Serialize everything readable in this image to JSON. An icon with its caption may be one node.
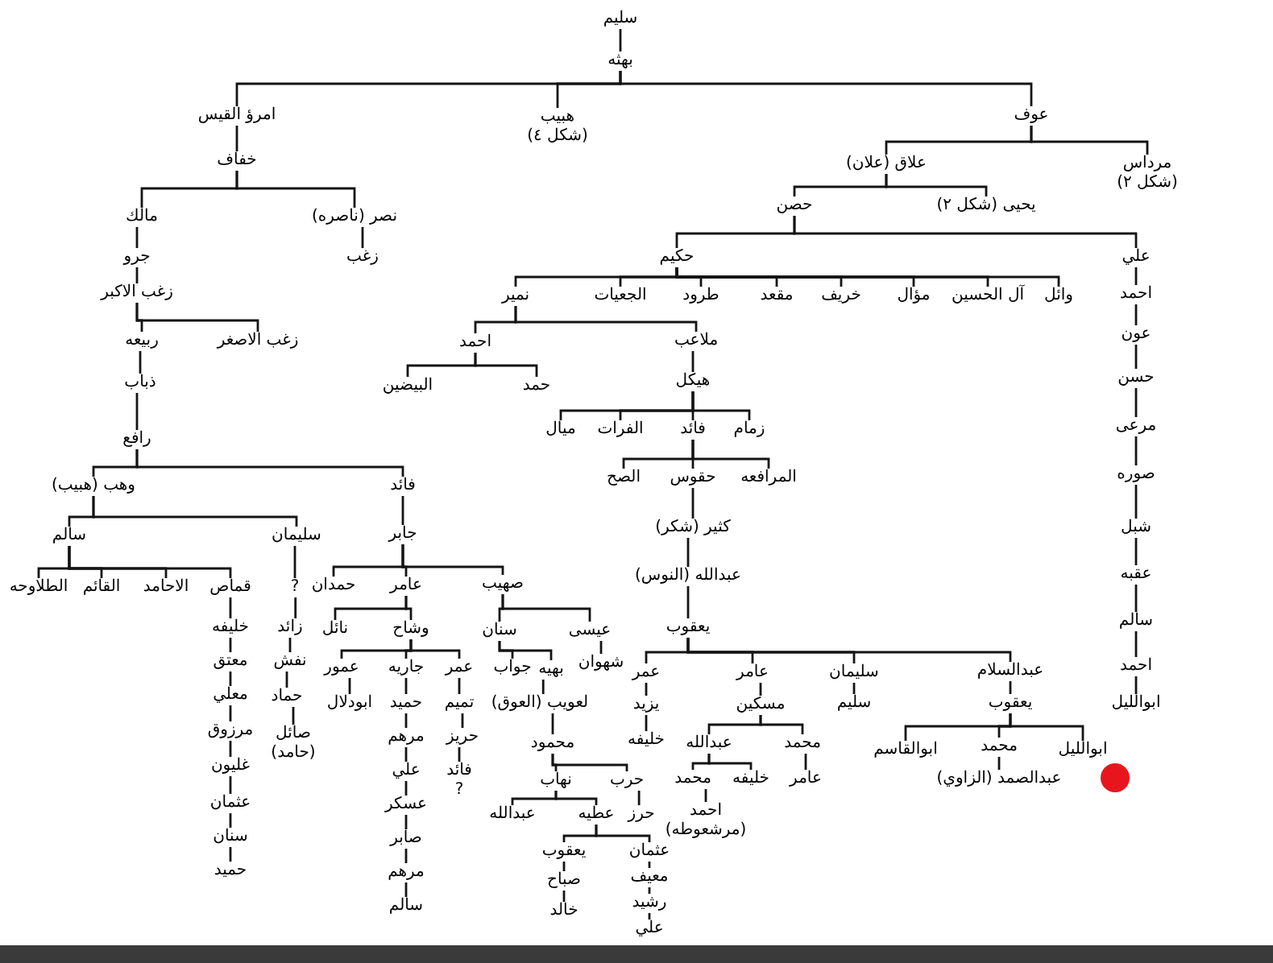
{
  "diagram": {
    "nodes": [
      {
        "text": [
          "سليم"
        ]
      },
      {
        "text": [
          "بهثه"
        ]
      },
      {
        "text": [
          "امرؤ القيس"
        ]
      },
      {
        "text": [
          "هبيب (شكل ٤)"
        ]
      },
      {
        "text": [
          "عوف"
        ]
      },
      {
        "text": [
          "خفاف"
        ]
      },
      {
        "text": [
          "علاق (علان)"
        ]
      },
      {
        "text": [
          "مرداس (شكل ٢)"
        ]
      },
      {
        "text": [
          "مالك"
        ]
      },
      {
        "text": [
          "نصر (ناصره)"
        ]
      },
      {
        "text": [
          "حصن"
        ]
      },
      {
        "text": [
          "يحيى (شكل ٢)"
        ]
      },
      {
        "text": [
          "جرو"
        ]
      },
      {
        "text": [
          "زغب"
        ]
      },
      {
        "text": [
          "حكيم"
        ]
      },
      {
        "text": [
          "علي"
        ]
      },
      {
        "text": [
          "زغب الاكبر"
        ]
      },
      {
        "text": [
          "نمير"
        ]
      },
      {
        "text": [
          "الجعيات"
        ]
      },
      {
        "text": [
          "طرود"
        ]
      },
      {
        "text": [
          "مقعد"
        ]
      },
      {
        "text": [
          "خريف"
        ]
      },
      {
        "text": [
          "مؤال"
        ]
      },
      {
        "text": [
          "آل الحسين"
        ]
      },
      {
        "text": [
          "وائل"
        ]
      },
      {
        "text": [
          "احمد"
        ]
      },
      {
        "text": [
          "ربيعه"
        ]
      },
      {
        "text": [
          "زغب الاصغر"
        ]
      },
      {
        "text": [
          "احمد"
        ]
      },
      {
        "text": [
          "ملاعب"
        ]
      },
      {
        "text": [
          "عون"
        ]
      },
      {
        "text": [
          "ذباب"
        ]
      },
      {
        "text": [
          "البيضين"
        ]
      },
      {
        "text": [
          "حمد"
        ]
      },
      {
        "text": [
          "هيكل"
        ]
      },
      {
        "text": [
          "حسن"
        ]
      },
      {
        "text": [
          "ميال"
        ]
      },
      {
        "text": [
          "الفرات"
        ]
      },
      {
        "text": [
          "فائد"
        ]
      },
      {
        "text": [
          "زمام"
        ]
      },
      {
        "text": [
          "مرعى"
        ]
      },
      {
        "text": [
          "رافع"
        ]
      },
      {
        "text": [
          "الصح"
        ]
      },
      {
        "text": [
          "حقوس"
        ]
      },
      {
        "text": [
          "المرافعه"
        ]
      },
      {
        "text": [
          "صوره"
        ]
      },
      {
        "text": [
          "وهب (هبيب)"
        ]
      },
      {
        "text": [
          "فائد"
        ]
      },
      {
        "text": [
          "كثير (شكر)"
        ]
      },
      {
        "text": [
          "شبل"
        ]
      },
      {
        "text": [
          "سالم"
        ]
      },
      {
        "text": [
          "سليمان"
        ]
      },
      {
        "text": [
          "جابر"
        ]
      },
      {
        "text": [
          "عبدالله (النوس)"
        ]
      },
      {
        "text": [
          "عقبه"
        ]
      },
      {
        "text": [
          "الطلاوحه"
        ]
      },
      {
        "text": [
          "القائم"
        ]
      },
      {
        "text": [
          "الاحامد"
        ]
      },
      {
        "text": [
          "قماص"
        ]
      },
      {
        "text": [
          "?"
        ]
      },
      {
        "text": [
          "حمدان"
        ]
      },
      {
        "text": [
          "عامر"
        ]
      },
      {
        "text": [
          "صهيب"
        ]
      },
      {
        "text": [
          "سالم"
        ]
      },
      {
        "text": [
          "يعقوب"
        ]
      },
      {
        "text": [
          "خليفه"
        ]
      },
      {
        "text": [
          "زائد"
        ]
      },
      {
        "text": [
          "نائل"
        ]
      },
      {
        "text": [
          "وشاح"
        ]
      },
      {
        "text": [
          "سنان"
        ]
      },
      {
        "text": [
          "عيسى"
        ]
      },
      {
        "text": [
          "معتق"
        ]
      },
      {
        "text": [
          "نفش"
        ]
      },
      {
        "text": [
          "عمور"
        ]
      },
      {
        "text": [
          "جاريه"
        ]
      },
      {
        "text": [
          "عمر"
        ]
      },
      {
        "text": [
          "جواب"
        ]
      },
      {
        "text": [
          "بهيه"
        ]
      },
      {
        "text": [
          "شهوان"
        ]
      },
      {
        "text": [
          "احمد"
        ]
      },
      {
        "text": [
          "عمر"
        ]
      },
      {
        "text": [
          "عامر"
        ]
      },
      {
        "text": [
          "سليمان"
        ]
      },
      {
        "text": [
          "عبدالسلام"
        ]
      },
      {
        "text": [
          "معلي"
        ]
      },
      {
        "text": [
          "حماد"
        ]
      },
      {
        "text": [
          "ابودلال"
        ]
      },
      {
        "text": [
          "حميد"
        ]
      },
      {
        "text": [
          "تميم"
        ]
      },
      {
        "text": [
          "لعويب (العوق)"
        ]
      },
      {
        "text": [
          "يزيد"
        ]
      },
      {
        "text": [
          "مسكين"
        ]
      },
      {
        "text": [
          "سليم"
        ]
      },
      {
        "text": [
          "يعقوب"
        ]
      },
      {
        "text": [
          "ابوالليل"
        ]
      },
      {
        "text": [
          "مرزوق"
        ]
      },
      {
        "text": [
          "صائل (حامد)"
        ]
      },
      {
        "text": [
          "مرهم"
        ]
      },
      {
        "text": [
          "حريز"
        ]
      },
      {
        "text": [
          "محمود"
        ]
      },
      {
        "text": [
          "خليفه"
        ]
      },
      {
        "text": [
          "عبدالله"
        ]
      },
      {
        "text": [
          "محمد"
        ]
      },
      {
        "text": [
          "ابوالقاسم"
        ]
      },
      {
        "text": [
          "محمد"
        ]
      },
      {
        "text": [
          "ابوالليل"
        ]
      },
      {
        "text": [
          "غليون"
        ]
      },
      {
        "text": [
          "علي"
        ]
      },
      {
        "text": [
          "فائد",
          "?"
        ]
      },
      {
        "text": [
          "نهاب"
        ]
      },
      {
        "text": [
          "حرب"
        ]
      },
      {
        "text": [
          "محمد"
        ]
      },
      {
        "text": [
          "خليفه"
        ]
      },
      {
        "text": [
          "عامر"
        ]
      },
      {
        "text": [
          "عبدالصمد (الزاوي)"
        ]
      },
      {
        "text": [
          "عثمان"
        ]
      },
      {
        "text": [
          "عسكر"
        ]
      },
      {
        "text": [
          "عبدالله"
        ]
      },
      {
        "text": [
          "عطيه"
        ]
      },
      {
        "text": [
          "حرز"
        ]
      },
      {
        "text": [
          "احمد (مرشعوطه)"
        ]
      },
      {
        "text": [
          "سنان"
        ]
      },
      {
        "text": [
          "صابر"
        ]
      },
      {
        "text": [
          "يعقوب"
        ]
      },
      {
        "text": [
          "عثمان"
        ]
      },
      {
        "text": [
          "حميد"
        ]
      },
      {
        "text": [
          "مرهم"
        ]
      },
      {
        "text": [
          "صباح"
        ]
      },
      {
        "text": [
          "معيف"
        ]
      },
      {
        "text": [
          "سالم"
        ]
      },
      {
        "text": [
          "خالد"
        ]
      },
      {
        "text": [
          "رشيد"
        ]
      },
      {
        "text": [
          "علي"
        ]
      }
    ],
    "edges": [
      {
        "from": 0,
        "to": 1,
        "arrow": "none"
      },
      {
        "from": 1,
        "to": 2,
        "arrow": "none"
      },
      {
        "from": 1,
        "to": 3,
        "arrow": "none"
      },
      {
        "from": 1,
        "to": 4,
        "arrow": "none"
      },
      {
        "from": 2,
        "to": 5,
        "arrow": "none"
      },
      {
        "from": 4,
        "to": 6,
        "arrow": "none"
      },
      {
        "from": 4,
        "to": 7,
        "arrow": "none"
      },
      {
        "from": 5,
        "to": 8,
        "arrow": "none"
      },
      {
        "from": 5,
        "to": 9,
        "arrow": "none"
      },
      {
        "from": 6,
        "to": 10,
        "arrow": "none"
      },
      {
        "from": 6,
        "to": 11,
        "arrow": "none"
      },
      {
        "from": 8,
        "to": 12,
        "arrow": "none"
      },
      {
        "from": 9,
        "to": 13,
        "arrow": "none"
      },
      {
        "from": 10,
        "to": 14,
        "arrow": "none"
      },
      {
        "from": 10,
        "to": 15,
        "arrow": "none"
      },
      {
        "from": 12,
        "to": 16,
        "arrow": "none"
      },
      {
        "from": 14,
        "to": 17,
        "arrow": "none"
      },
      {
        "from": 14,
        "to": 18,
        "arrow": "none"
      },
      {
        "from": 14,
        "to": 19,
        "arrow": "none"
      },
      {
        "from": 14,
        "to": 20,
        "arrow": "none"
      },
      {
        "from": 14,
        "to": 21,
        "arrow": "none"
      },
      {
        "from": 14,
        "to": 22,
        "arrow": "none"
      },
      {
        "from": 14,
        "to": 23,
        "arrow": "none"
      },
      {
        "from": 14,
        "to": 24,
        "arrow": "none"
      },
      {
        "from": 15,
        "to": 25,
        "arrow": "none"
      },
      {
        "from": 16,
        "to": 26,
        "arrow": "none"
      },
      {
        "from": 16,
        "to": 27,
        "arrow": "none"
      },
      {
        "from": 17,
        "to": 28,
        "arrow": "none"
      },
      {
        "from": 17,
        "to": 29,
        "arrow": "none"
      },
      {
        "from": 25,
        "to": 30,
        "arrow": "none"
      },
      {
        "from": 26,
        "to": 31,
        "arrow": "none"
      },
      {
        "from": 28,
        "to": 32,
        "arrow": "none"
      },
      {
        "from": 28,
        "to": 33,
        "arrow": "none"
      },
      {
        "from": 29,
        "to": 34,
        "arrow": "none"
      },
      {
        "from": 30,
        "to": 35,
        "arrow": "none"
      },
      {
        "from": 31,
        "to": 41,
        "arrow": "none"
      },
      {
        "from": 34,
        "to": 36,
        "arrow": "none"
      },
      {
        "from": 34,
        "to": 37,
        "arrow": "none"
      },
      {
        "from": 34,
        "to": 38,
        "arrow": "none"
      },
      {
        "from": 34,
        "to": 39,
        "arrow": "none"
      },
      {
        "from": 35,
        "to": 40,
        "arrow": "none"
      },
      {
        "from": 38,
        "to": 42,
        "arrow": "none"
      },
      {
        "from": 38,
        "to": 43,
        "arrow": "none"
      },
      {
        "from": 38,
        "to": 44,
        "arrow": "none"
      },
      {
        "from": 40,
        "to": 45,
        "arrow": "none"
      },
      {
        "from": 41,
        "to": 46,
        "arrow": "none"
      },
      {
        "from": 41,
        "to": 47,
        "arrow": "none"
      },
      {
        "from": 43,
        "to": 48,
        "arrow": "none"
      },
      {
        "from": 45,
        "to": 49,
        "arrow": "none"
      },
      {
        "from": 46,
        "to": 50,
        "arrow": "none"
      },
      {
        "from": 46,
        "to": 51,
        "arrow": "none"
      },
      {
        "from": 47,
        "to": 52,
        "arrow": "none"
      },
      {
        "from": 48,
        "to": 53,
        "arrow": "none"
      },
      {
        "from": 49,
        "to": 54,
        "arrow": "none"
      },
      {
        "from": 50,
        "to": 55,
        "arrow": "none"
      },
      {
        "from": 50,
        "to": 56,
        "arrow": "none"
      },
      {
        "from": 50,
        "to": 57,
        "arrow": "none"
      },
      {
        "from": 50,
        "to": 58,
        "arrow": "none"
      },
      {
        "from": 51,
        "to": 59,
        "arrow": "none"
      },
      {
        "from": 52,
        "to": 60,
        "arrow": "none"
      },
      {
        "from": 52,
        "to": 61,
        "arrow": "none"
      },
      {
        "from": 52,
        "to": 62,
        "arrow": "none"
      },
      {
        "from": 53,
        "to": 64,
        "arrow": "none"
      },
      {
        "from": 54,
        "to": 63,
        "arrow": "none"
      },
      {
        "from": 58,
        "to": 65,
        "arrow": "none"
      },
      {
        "from": 59,
        "to": 66,
        "arrow": "none"
      },
      {
        "from": 61,
        "to": 67,
        "arrow": "none"
      },
      {
        "from": 61,
        "to": 68,
        "arrow": "none"
      },
      {
        "from": 62,
        "to": 69,
        "arrow": "none"
      },
      {
        "from": 62,
        "to": 70,
        "arrow": "none"
      },
      {
        "from": 63,
        "to": 79,
        "arrow": "none"
      },
      {
        "from": 64,
        "to": 80,
        "arrow": "none"
      },
      {
        "from": 64,
        "to": 81,
        "arrow": "none"
      },
      {
        "from": 64,
        "to": 82,
        "arrow": "none"
      },
      {
        "from": 64,
        "to": 83,
        "arrow": "none"
      },
      {
        "from": 65,
        "to": 71,
        "arrow": "none"
      },
      {
        "from": 66,
        "to": 72,
        "arrow": "none"
      },
      {
        "from": 68,
        "to": 73,
        "arrow": "none"
      },
      {
        "from": 68,
        "to": 74,
        "arrow": "none"
      },
      {
        "from": 68,
        "to": 75,
        "arrow": "none"
      },
      {
        "from": 69,
        "to": 76,
        "arrow": "none"
      },
      {
        "from": 69,
        "to": 77,
        "arrow": "none"
      },
      {
        "from": 70,
        "to": 78,
        "arrow": "none"
      },
      {
        "from": 71,
        "to": 84,
        "arrow": "none"
      },
      {
        "from": 72,
        "to": 85,
        "arrow": "none"
      },
      {
        "from": 73,
        "to": 86,
        "arrow": "none"
      },
      {
        "from": 74,
        "to": 87,
        "arrow": "none"
      },
      {
        "from": 75,
        "to": 88,
        "arrow": "none"
      },
      {
        "from": 77,
        "to": 89,
        "arrow": "none"
      },
      {
        "from": 79,
        "to": 94,
        "arrow": "none"
      },
      {
        "from": 80,
        "to": 90,
        "arrow": "none"
      },
      {
        "from": 81,
        "to": 91,
        "arrow": "none"
      },
      {
        "from": 82,
        "to": 92,
        "arrow": "none"
      },
      {
        "from": 83,
        "to": 93,
        "arrow": "none"
      },
      {
        "from": 84,
        "to": 95,
        "arrow": "none"
      },
      {
        "from": 85,
        "to": 96,
        "arrow": "none"
      },
      {
        "from": 87,
        "to": 97,
        "arrow": "none"
      },
      {
        "from": 88,
        "to": 98,
        "arrow": "none"
      },
      {
        "from": 89,
        "to": 99,
        "arrow": "none"
      },
      {
        "from": 90,
        "to": 100,
        "arrow": "none"
      },
      {
        "from": 91,
        "to": 101,
        "arrow": "none"
      },
      {
        "from": 91,
        "to": 102,
        "arrow": "none"
      },
      {
        "from": 93,
        "to": 103,
        "arrow": "none"
      },
      {
        "from": 93,
        "to": 104,
        "arrow": "none"
      },
      {
        "from": 93,
        "to": 105,
        "arrow": "none"
      },
      {
        "from": 95,
        "to": 106,
        "arrow": "none"
      },
      {
        "from": 97,
        "to": 107,
        "arrow": "none"
      },
      {
        "from": 98,
        "to": 108,
        "arrow": "none"
      },
      {
        "from": 99,
        "to": 109,
        "arrow": "none"
      },
      {
        "from": 99,
        "to": 110,
        "arrow": "none"
      },
      {
        "from": 101,
        "to": 111,
        "arrow": "none"
      },
      {
        "from": 101,
        "to": 112,
        "arrow": "none"
      },
      {
        "from": 102,
        "to": 113,
        "arrow": "none"
      },
      {
        "from": 104,
        "to": 114,
        "arrow": "none"
      },
      {
        "from": 106,
        "to": 115,
        "arrow": "none"
      },
      {
        "from": 107,
        "to": 116,
        "arrow": "none"
      },
      {
        "from": 109,
        "to": 117,
        "arrow": "none"
      },
      {
        "from": 109,
        "to": 118,
        "arrow": "none"
      },
      {
        "from": 110,
        "to": 119,
        "arrow": "none"
      },
      {
        "from": 111,
        "to": 120,
        "arrow": "none"
      },
      {
        "from": 115,
        "to": 121,
        "arrow": "none"
      },
      {
        "from": 116,
        "to": 122,
        "arrow": "none"
      },
      {
        "from": 118,
        "to": 123,
        "arrow": "none"
      },
      {
        "from": 118,
        "to": 124,
        "arrow": "none"
      },
      {
        "from": 121,
        "to": 125,
        "arrow": "none"
      },
      {
        "from": 122,
        "to": 126,
        "arrow": "none"
      },
      {
        "from": 123,
        "to": 127,
        "arrow": "none"
      },
      {
        "from": 124,
        "to": 128,
        "arrow": "none"
      },
      {
        "from": 126,
        "to": 129,
        "arrow": "none"
      },
      {
        "from": 127,
        "to": 130,
        "arrow": "none"
      },
      {
        "from": 128,
        "to": 131,
        "arrow": "none"
      },
      {
        "from": 131,
        "to": 132,
        "arrow": "none"
      }
    ]
  }
}
